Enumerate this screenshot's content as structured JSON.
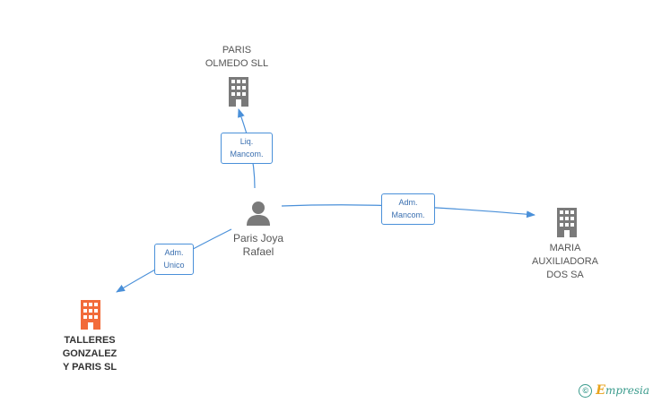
{
  "colors": {
    "edge": "#4a90d9",
    "company_icon": "#7a7a7a",
    "highlight_icon": "#f26b3a",
    "person_icon": "#7a7a7a"
  },
  "nodes": {
    "paris_olmedo": {
      "line1": "PARIS",
      "line2": "OLMEDO SLL",
      "icon": "building-icon"
    },
    "maria_auxiliadora": {
      "line1": "MARIA",
      "line2": "AUXILIADORA",
      "line3": "DOS SA",
      "icon": "building-icon"
    },
    "talleres": {
      "line1": "TALLERES",
      "line2": "GONZALEZ",
      "line3": "Y PARIS SL",
      "icon": "building-icon"
    },
    "person": {
      "line1": "Paris Joya",
      "line2": "Rafael",
      "icon": "person-icon"
    }
  },
  "edges": {
    "to_paris_olmedo": {
      "line1": "Liq.",
      "line2": "Mancom."
    },
    "to_maria": {
      "line1": "Adm.",
      "line2": "Mancom."
    },
    "to_talleres": {
      "line1": "Adm.",
      "line2": "Unico"
    }
  },
  "footer": {
    "copyright": "©",
    "brand_initial": "E",
    "brand_rest": "mpresia"
  }
}
